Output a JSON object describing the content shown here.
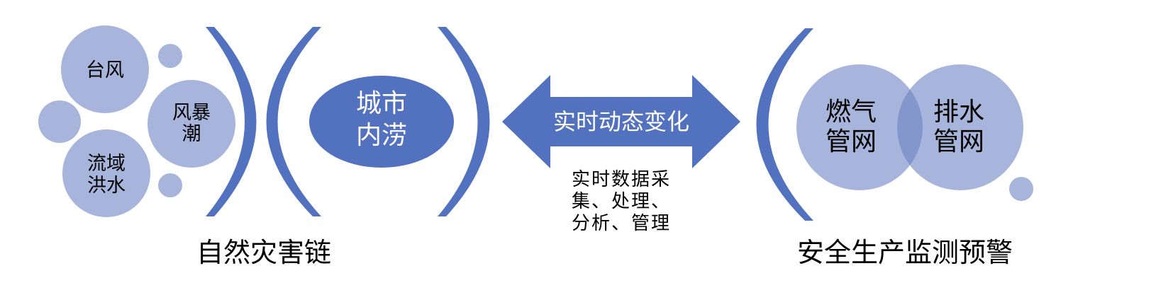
{
  "colors": {
    "light_circle": "#A7B5DC",
    "dark_shape": "#5272BF",
    "overlap": "#8497CC",
    "text_dark": "#000000",
    "text_light": "#ffffff"
  },
  "left_group": {
    "typhoon": "台风",
    "storm_surge": [
      "风暴",
      "潮"
    ],
    "basin_flood": [
      "流域",
      "洪水"
    ],
    "caption": "自然灾害链"
  },
  "center": {
    "node": [
      "城市",
      "内涝"
    ],
    "arrow_label": "实时动态变化",
    "note": [
      "实时数据采",
      "集、处理、",
      "分析、管理"
    ]
  },
  "right_group": {
    "gas_network": [
      "燃气",
      "管网"
    ],
    "drainage_network": [
      "排水",
      "管网"
    ],
    "caption": "安全生产监测预警"
  }
}
